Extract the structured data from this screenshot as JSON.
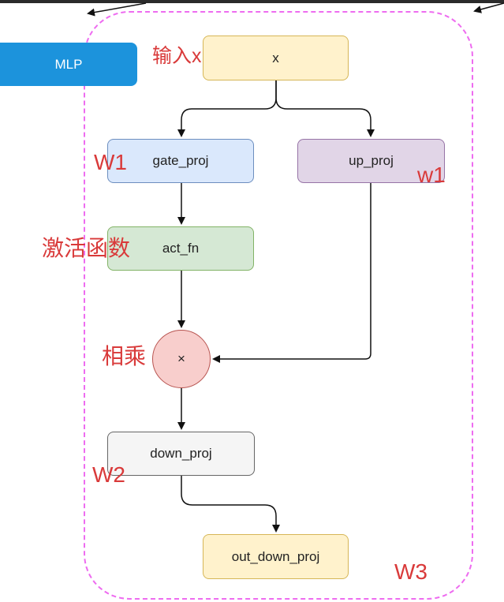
{
  "group_label": "MLP",
  "nodes": {
    "x": "x",
    "gate_proj": "gate_proj",
    "up_proj": "up_proj",
    "act_fn": "act_fn",
    "multiply": "×",
    "down_proj": "down_proj",
    "out_down_proj": "out_down_proj"
  },
  "annotations": {
    "input": "输入x",
    "w1_gate": "W1",
    "w1_up": "w1",
    "activation": "激活函数",
    "multiply": "相乘",
    "w2": "W2",
    "w3": "W3"
  },
  "colors": {
    "annotation": "#d93a3a",
    "group_border": "#ee6cf0",
    "mlp_tab": "#1c93dc",
    "x_fill": "#fff2cc",
    "gate_fill": "#dae8fc",
    "up_fill": "#e1d5e7",
    "act_fill": "#d5e8d4",
    "mul_fill": "#f8cecc",
    "down_fill": "#f5f5f5"
  }
}
